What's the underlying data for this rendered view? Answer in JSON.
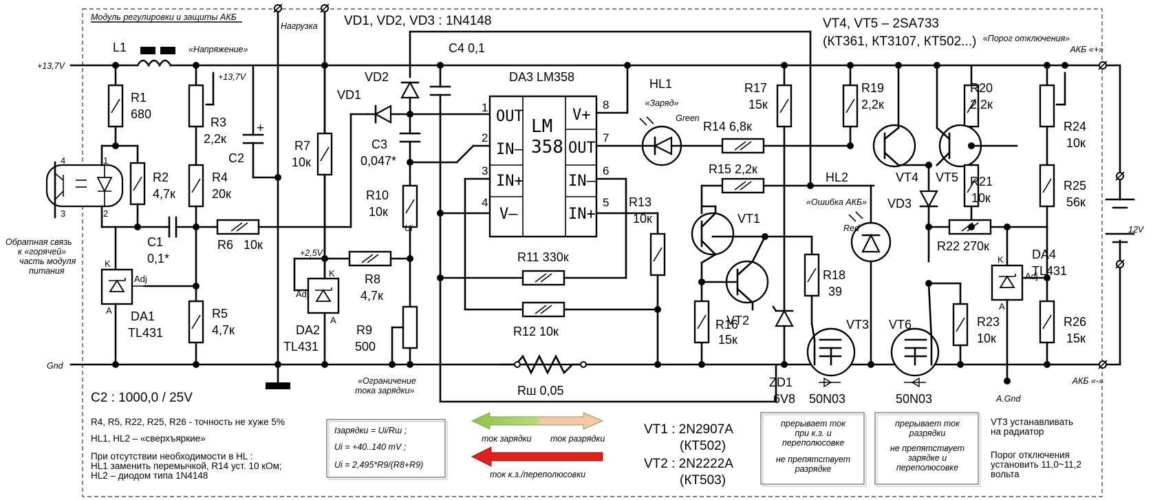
{
  "title": "Модуль регулировки и защиты АКБ",
  "rails": {
    "plus_in": "+13,7V",
    "gnd": "Gnd",
    "akb_plus": "АКБ «+»",
    "akb_minus": "АКБ «-»",
    "load": "Нагрузка",
    "a_gnd": "A.Gnd",
    "v13_7": "+13,7V",
    "v2_5": "+2,5V",
    "ui": "Ui"
  },
  "headers": {
    "diodes": "VD1, VD2, VD3 : 1N4148",
    "pnp": "VT4, VT5 – 2SA733",
    "pnp_alt": "(КТ361, КТ3107, КТ502...)"
  },
  "labels": {
    "napr": "«Напряжение»",
    "porog": "«Порог отключения»",
    "zaryad": "«Заряд»",
    "green": "Green",
    "oshibka": "«Ошибка АКБ»",
    "red": "Red",
    "feedback": "Обратная связь к «горячей» часть модуля питания",
    "ogranichenie": "«Ограничение тока зарядки»",
    "battery_v": "12V"
  },
  "components": {
    "L1": "L1",
    "R1": [
      "R1",
      "680"
    ],
    "R2": [
      "R2",
      "4,7к"
    ],
    "R3": [
      "R3",
      "2,2к"
    ],
    "R4": [
      "R4",
      "20к"
    ],
    "R5": [
      "R5",
      "4,7к"
    ],
    "R6": [
      "R6",
      "10к"
    ],
    "R7": [
      "R7",
      "10к"
    ],
    "R8": [
      "R8",
      "4,7к"
    ],
    "R9": [
      "R9",
      "500"
    ],
    "R10": [
      "R10",
      "10к"
    ],
    "R11": "R11 330к",
    "R12": "R12  10к",
    "R13": [
      "R13",
      "10к"
    ],
    "R14": "R14  6,8к",
    "R15": "R15  2,2к",
    "R16": [
      "R16",
      "15к"
    ],
    "R17": [
      "R17",
      "15к"
    ],
    "R18": [
      "R18",
      "39"
    ],
    "R19": [
      "R19",
      "2,2к"
    ],
    "R20": [
      "R20",
      "2,2к"
    ],
    "R21": [
      "R21",
      "10к"
    ],
    "R22": "R22  270к",
    "R23": [
      "R23",
      "10к"
    ],
    "R24": [
      "R24",
      "10к"
    ],
    "R25": [
      "R25",
      "56к"
    ],
    "R26": [
      "R26",
      "15к"
    ],
    "Rsh": "Rш  0,05",
    "C1": [
      "C1",
      "0,1*"
    ],
    "C2": "C2",
    "C3": [
      "C3",
      "0,047*"
    ],
    "C4": "C4   0,1",
    "VD1": "VD1",
    "VD2": "VD2",
    "VD3": "VD3",
    "HL1": "HL1",
    "HL2": "HL2",
    "VT1": "VT1",
    "VT2": "VT2",
    "VT3": "VT3",
    "VT4": "VT4",
    "VT5": "VT5",
    "VT6": "VT6",
    "ZD1": [
      "ZD1",
      "6V8"
    ],
    "mosfet3": "50N03",
    "mosfet6": "50N03",
    "DA1": [
      "DA1",
      "TL431"
    ],
    "DA2": [
      "DA2",
      "TL431"
    ],
    "DA4": [
      "DA4",
      "TL431"
    ],
    "DA3": "DA3  LM358",
    "lm_text": [
      "LM",
      "358"
    ],
    "pins": {
      "out": "OUT",
      "in_minus": "IN–",
      "in_plus": "IN+",
      "vplus": "V+",
      "vminus": "V–",
      "n1": "1",
      "n2": "2",
      "n3": "3",
      "n4": "4",
      "n5": "5",
      "n6": "6",
      "n7": "7",
      "n8": "8",
      "K": "K",
      "A": "A",
      "Adj": "Adj",
      "o1": "1",
      "o2": "2",
      "o3": "3",
      "o4": "4"
    }
  },
  "notes": {
    "c2": "C2 : 1000,0 / 25V",
    "tolerance": "R4, R5, R22, R25, R26 - точность не хуже 5%",
    "hl": "HL1, HL2 – «сверхъяркие»",
    "absent_title": "При отсутствии необходимости в HL :",
    "absent_1": "HL1 заменить перемычкой, R14 уст. 10 кОм;",
    "absent_2": "HL2 – диодом типа 1N4148",
    "f1": "Iзарядки = Ui/Rш ;",
    "f2": "Ui = +40..140 mV ;",
    "f3": "Ui = 2,495*R9/(R8+R9)",
    "arrow_charge": "ток зарядки",
    "arrow_discharge": "ток разрядки",
    "arrow_short": "ток к.з./переполюсовки",
    "vt1": "VT1 : 2N2907A",
    "vt1_alt": "(КТ502)",
    "vt2": "VT2 : 2N2222A",
    "vt2_alt": "(КТ503)",
    "box1_1": "прерывает ток",
    "box1_2": "при к.з. и",
    "box1_3": "переполюсовке",
    "box1_4": "не препятствует",
    "box1_5": "разрядке",
    "box2_1": "прерывает ток",
    "box2_2": "разрядки",
    "box2_3": "не препятствует",
    "box2_4": "зарядке и",
    "box2_5": "переполюсовке",
    "vt3_note_1": "VT3 устанавливать",
    "vt3_note_2": "на радиатор",
    "porog_1": "Порог отключения",
    "porog_2": "установить 11,0~11,2",
    "porog_3": "вольта"
  },
  "colors": {
    "charge": "#8cc63f",
    "discharge": "#f6c9a4",
    "short": "#e0201b"
  }
}
